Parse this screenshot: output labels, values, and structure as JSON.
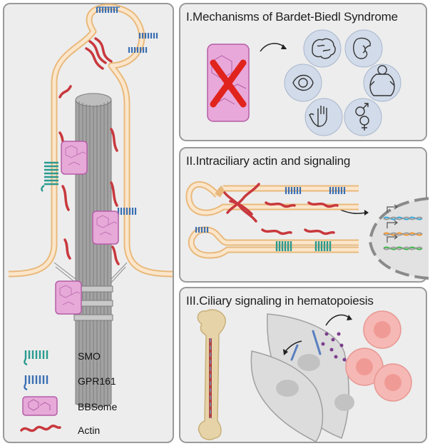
{
  "panels": {
    "one": {
      "title": "I.Mechanisms of Bardet-Biedl Syndrome"
    },
    "two": {
      "title": "II.Intraciliary actin and signaling"
    },
    "three": {
      "title": "III.Ciliary signaling in hematopoiesis"
    }
  },
  "legend": {
    "smo": "SMO",
    "gpr161": "GPR161",
    "bbsome": "BBSome",
    "actin": "Actin"
  },
  "colors": {
    "membrane": "#f6d3a6",
    "membrane_edge": "#e9b97c",
    "actin": "#c8383d",
    "smo": "#2a9a8f",
    "gpr161": "#3a6fb3",
    "bbsome": "#e6a9d8",
    "bbsome_edge": "#b45ea6",
    "x_mark": "#e0241d",
    "axoneme": "#9a9a9a"
  },
  "icons": [
    "brain-icon",
    "kidney-icon",
    "eye-icon",
    "obesity-icon",
    "hand-icon",
    "gender-icon"
  ]
}
